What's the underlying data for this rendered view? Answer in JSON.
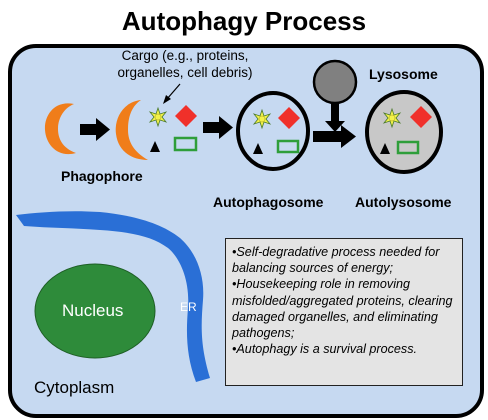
{
  "title": "Autophagy Process",
  "labels": {
    "cargo": [
      "Cargo (e.g., proteins,",
      "organelles, cell debris)"
    ],
    "lysosome": "Lysosome",
    "phagophore": "Phagophore",
    "autophagosome": "Autophagosome",
    "autolysosome": "Autolysosome",
    "nucleus": "Nucleus",
    "er": "ER",
    "cytoplasm": "Cytoplasm"
  },
  "notes": [
    "•Self-degradative process needed for balancing sources of energy;",
    "•Housekeeping role in removing misfolded/aggregated proteins, clearing damaged organelles, and eliminating pathogens;",
    "•Autophagy is a survival process."
  ],
  "colors": {
    "cytoplasm_fill": "#c6d9f1",
    "phagophore": "#f07d1a",
    "cargo_diamond": "#f0302a",
    "cargo_rect": "#2e9e3a",
    "cargo_star": "#f2f24a",
    "nucleus": "#2e8b3a",
    "er": "#2a6fd6",
    "lysosome": "#808080",
    "vesicle_fill": "#c8c8c8"
  },
  "icons": [
    "star-icon",
    "diamond-icon",
    "triangle-icon",
    "rectangle-icon",
    "arrow-icon"
  ]
}
